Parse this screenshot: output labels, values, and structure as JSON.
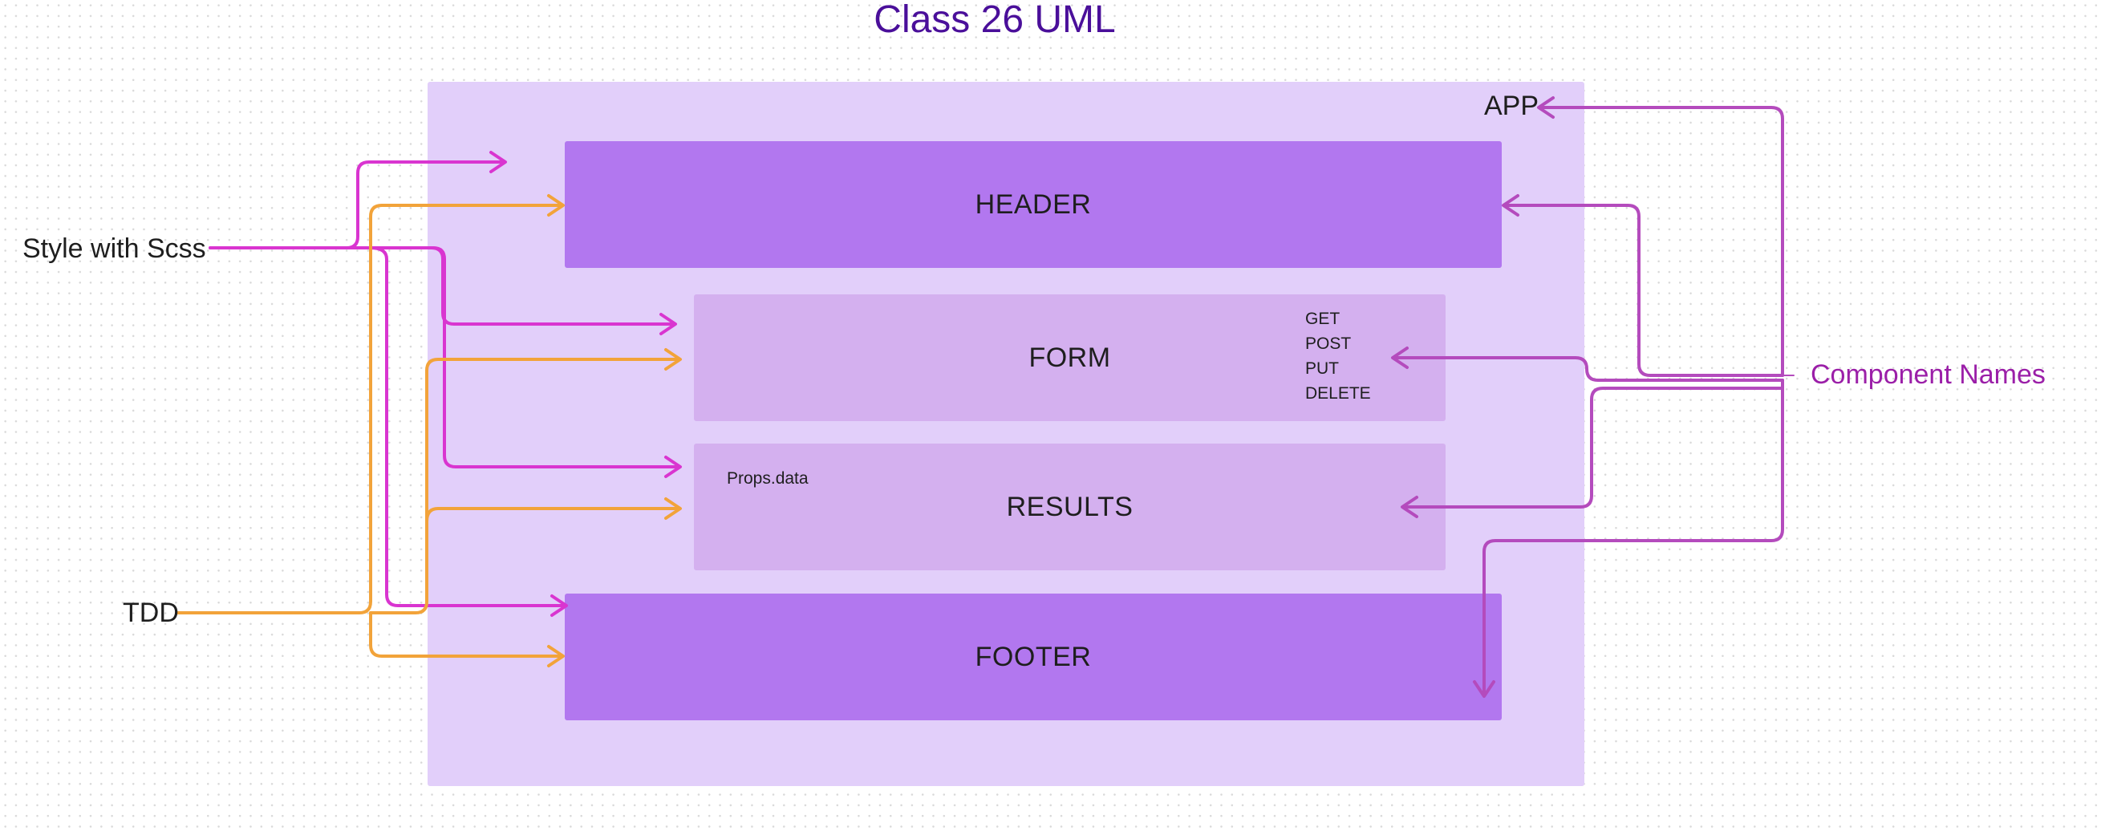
{
  "title": "Class 26 UML",
  "app": {
    "label": "APP"
  },
  "components": {
    "header": "HEADER",
    "form": "FORM",
    "results": "RESULTS",
    "footer": "FOOTER"
  },
  "form_methods": [
    "GET",
    "POST",
    "PUT",
    "DELETE"
  ],
  "results_note": "Props.data",
  "annotations": {
    "style": "Style with Scss",
    "tdd": "TDD",
    "component_names": "Component Names"
  },
  "colors": {
    "title": "#4a0f9a",
    "app_frame": "#e2cffa",
    "dark_box": "#b277ef",
    "light_box": "#d4b0ef",
    "style_arrows": "#d935d0",
    "tdd_arrows": "#f2a33a",
    "component_arrows": "#b44bbd"
  }
}
